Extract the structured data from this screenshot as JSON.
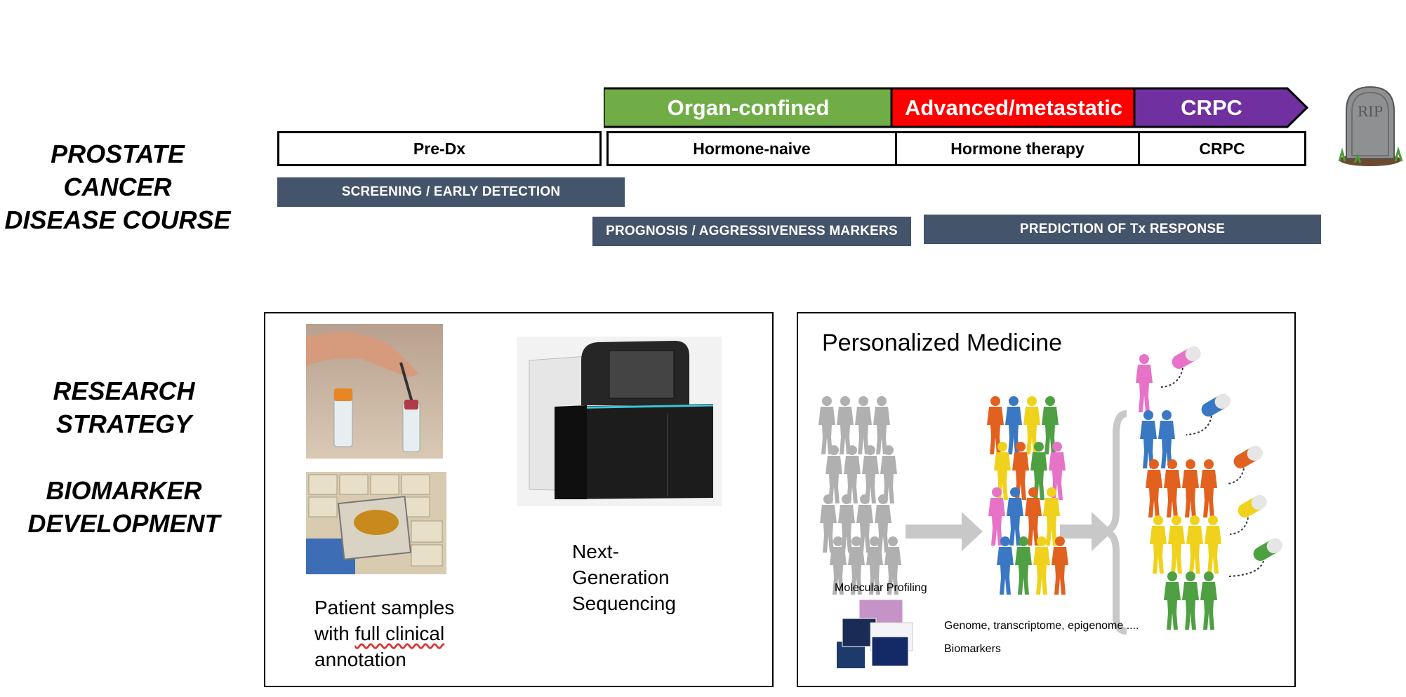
{
  "disease_course_title": [
    "PROSTATE CANCER",
    "DISEASE COURSE"
  ],
  "research_title": [
    "RESEARCH",
    "STRATEGY"
  ],
  "biomarker_title": [
    "BIOMARKER",
    "DEVELOPMENT"
  ],
  "stages": [
    {
      "label": "Organ-confined",
      "color": "#70ad47"
    },
    {
      "label": "Advanced/metastatic",
      "color": "#ff0000"
    },
    {
      "label": "CRPC",
      "color": "#7030a0"
    }
  ],
  "phases": [
    "Pre-Dx",
    "Hormone-naive",
    "Hormone therapy",
    "CRPC"
  ],
  "tombstone_text": "RIP",
  "bars": {
    "screening": "SCREENING / EARLY DETECTION",
    "prognosis": "PROGNOSIS / AGGRESSIVENESS MARKERS",
    "prediction": "PREDICTION OF Tx RESPONSE"
  },
  "left_panel": {
    "samples_caption_1": "Patient samples",
    "samples_caption_2a": "with ",
    "samples_caption_2b": "full clinical",
    "samples_caption_3": "annotation",
    "ngs_caption": [
      "Next-",
      "Generation",
      "Sequencing"
    ]
  },
  "right_panel": {
    "title": "Personalized Medicine",
    "molecular_profiling": "Molecular Profiling",
    "genome_text": "Genome, transcriptome, epigenome ....",
    "biomarkers_text": "Biomarkers"
  },
  "colors": {
    "bar": "#44546a",
    "grey_people": "#b0b0b0",
    "arrow": "#c8c8c8",
    "orange": "#e2611f",
    "blue": "#3b78c4",
    "yellow": "#f0d21c",
    "green": "#4fa043",
    "pink": "#e673c8"
  }
}
